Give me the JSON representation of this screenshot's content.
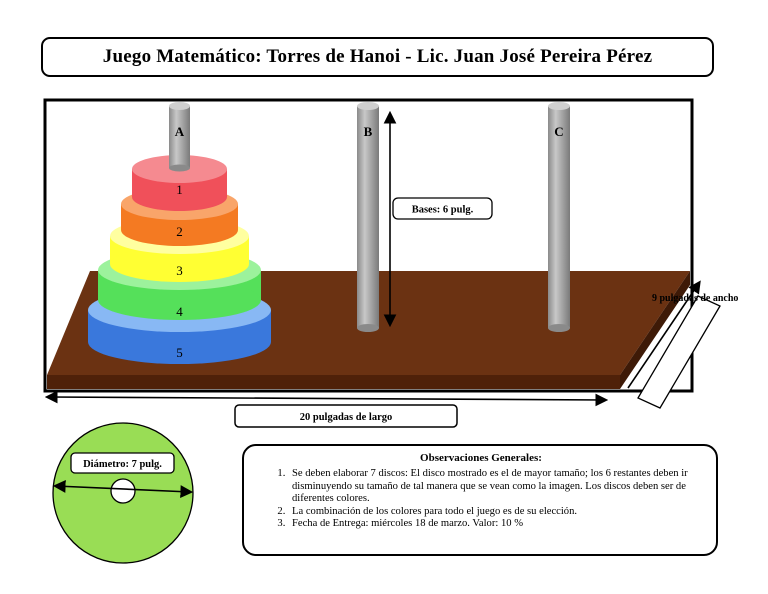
{
  "title": "Juego Matemático: Torres de Hanoi  - Lic. Juan José Pereira Pérez",
  "pegs": [
    "A",
    "B",
    "C"
  ],
  "disc_numbers": [
    "1",
    "2",
    "3",
    "4",
    "5"
  ],
  "colors": {
    "base": "#6b3212",
    "peg": "#a8a8a8",
    "disc_0": "#f0505a",
    "disc_1": "#f47a22",
    "disc_2": "#ffff33",
    "disc_3": "#55e05a",
    "disc_4": "#4f90e8",
    "disc_5": "#3a78dc",
    "circle": "#99dd55"
  },
  "labels": {
    "bases": "Bases: 6 pulg.",
    "width": "9 pulgadas de ancho",
    "length": "20 pulgadas de largo",
    "diameter": "Diámetro: 7 pulg."
  },
  "observations": {
    "title": "Observaciones Generales:",
    "items": [
      "Se deben elaborar 7 discos: El disco mostrado es el de mayor tamaño; los 6 restantes deben ir disminuyendo su tamaño de tal manera que se vean como la imagen. Los discos deben ser de diferentes colores.",
      "La combinación de los colores para todo el juego es de su elección.",
      "Fecha de Entrega: miércoles 18 de marzo. Valor: 10 %"
    ]
  }
}
